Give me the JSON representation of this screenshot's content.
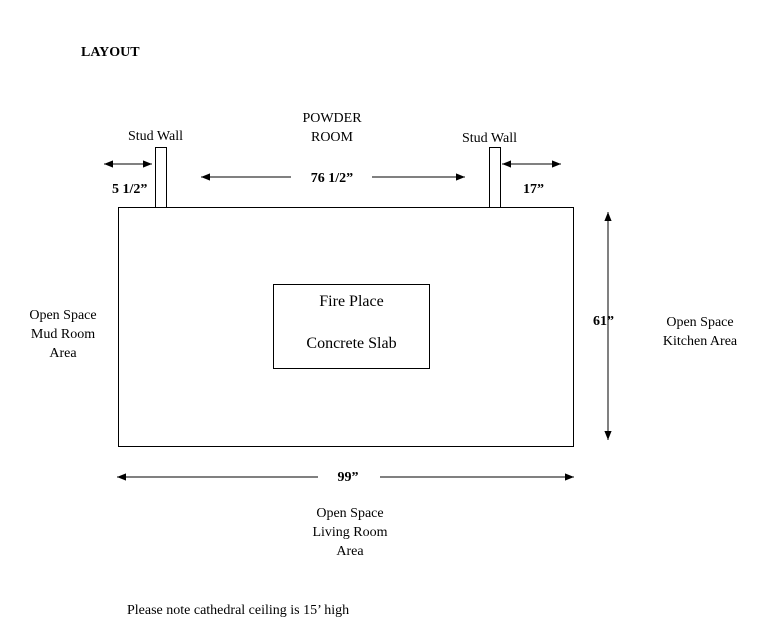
{
  "title": "LAYOUT",
  "powder_room": [
    "POWDER",
    "ROOM"
  ],
  "stud_wall_left": "Stud Wall",
  "stud_wall_right": "Stud Wall",
  "dims": {
    "left_gap": "5 1/2”",
    "middle_span": "76 1/2”",
    "right_gap": "17”",
    "height": "61”",
    "width": "99”"
  },
  "fireplace": {
    "line1": "Fire Place",
    "line2": "Concrete Slab"
  },
  "areas": {
    "left": [
      "Open Space",
      "Mud Room",
      "Area"
    ],
    "right": [
      "Open Space",
      "Kitchen Area"
    ],
    "bottom": [
      "Open Space",
      "Living Room",
      "Area"
    ]
  },
  "note": "Please note cathedral ceiling is 15’ high"
}
